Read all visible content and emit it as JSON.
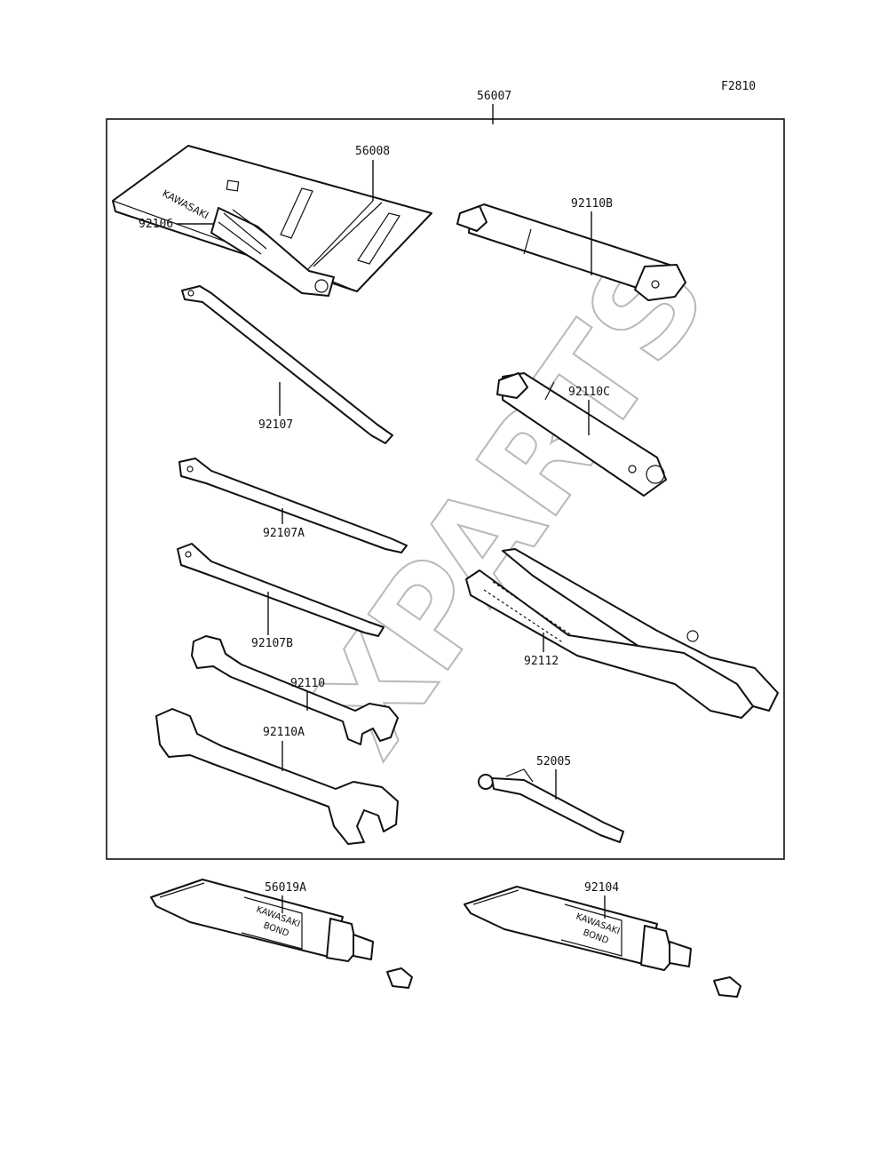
{
  "figure_code": "F2810",
  "watermark": "XPARTS",
  "kit": {
    "part_number": "56007"
  },
  "parts": [
    {
      "part_number": "56008",
      "brand_text": "KAWASAKI"
    },
    {
      "part_number": "92110B"
    },
    {
      "part_number": "92106"
    },
    {
      "part_number": "92107"
    },
    {
      "part_number": "92110C"
    },
    {
      "part_number": "92107A"
    },
    {
      "part_number": "92107B"
    },
    {
      "part_number": "92112"
    },
    {
      "part_number": "92110"
    },
    {
      "part_number": "92110A"
    },
    {
      "part_number": "52005"
    }
  ],
  "tubes": [
    {
      "part_number": "56019A",
      "brand_line1": "KAWASAKI",
      "brand_line2": "BOND"
    },
    {
      "part_number": "92104",
      "brand_line1": "KAWASAKI",
      "brand_line2": "BOND"
    }
  ]
}
